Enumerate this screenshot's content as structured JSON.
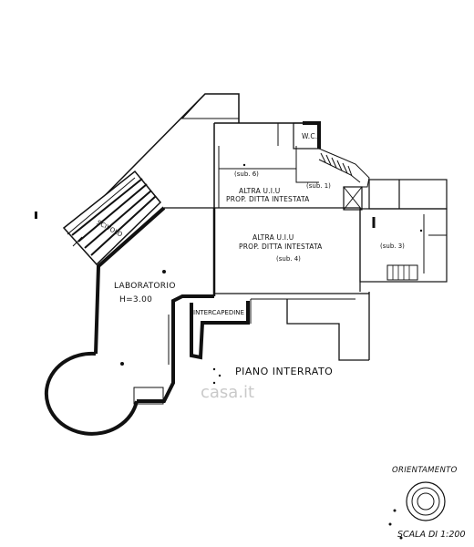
{
  "floor_title": "PIANO INTERRATO",
  "rooms": {
    "wc": "W.C.",
    "sub6": "(sub. 6)",
    "sub1": "(sub. 1)",
    "other_unit_top_line1": "ALTRA U.I.U",
    "other_unit_top_line2": "PROP. DITTA INTESTATA",
    "other_unit_mid_line1": "ALTRA U.I.U",
    "other_unit_mid_line2": "PROP. DITTA INTESTATA",
    "sub4": "(sub. 4)",
    "sub3": "(sub. 3)",
    "ramp": "SCIVOLO",
    "lab_line1": "LABORATORIO",
    "lab_line2": "H=3.00",
    "gap": "INTERCAPEDINE"
  },
  "orientation_label": "ORIENTAMENTO",
  "scale_label": "SCALA DI 1:200",
  "watermark": "casa.it",
  "colors": {
    "walls": "#111111",
    "paper": "#ffffff",
    "watermark": "#c9c9c9"
  }
}
